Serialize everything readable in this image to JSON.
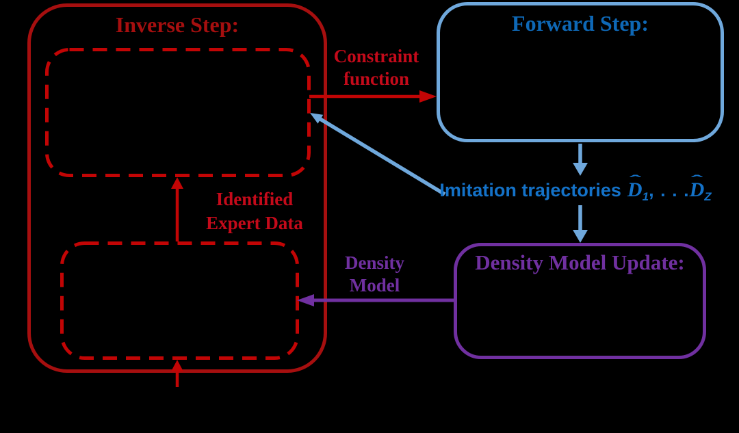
{
  "colors": {
    "background": "#000000",
    "red_dark": "#a60f0f",
    "red": "#c20505",
    "red_label": "#c40a1a",
    "blue_border": "#6fa8dc",
    "blue_title": "#0e68b6",
    "blue_label": "#1472c8",
    "purple": "#7030a0"
  },
  "boxes": {
    "inverse": {
      "title": "Inverse Step:"
    },
    "forward": {
      "title": "Forward Step:"
    },
    "density": {
      "title": "Density Model Update:"
    }
  },
  "labels": {
    "constraint": {
      "line1": "Constraint",
      "line2": "function"
    },
    "identified": {
      "line1": "Identified",
      "line2": "Expert Data"
    },
    "density_model": {
      "line1": "Density",
      "line2": "Model"
    },
    "imitation": {
      "prefix": "Imitation trajectories",
      "d1_base": "D",
      "d1_hat": "ˆ",
      "d1_sub": "1",
      "dots": ", . . .",
      "d2_base": "D",
      "d2_hat": "ˆ",
      "d2_sub": "Z"
    }
  }
}
